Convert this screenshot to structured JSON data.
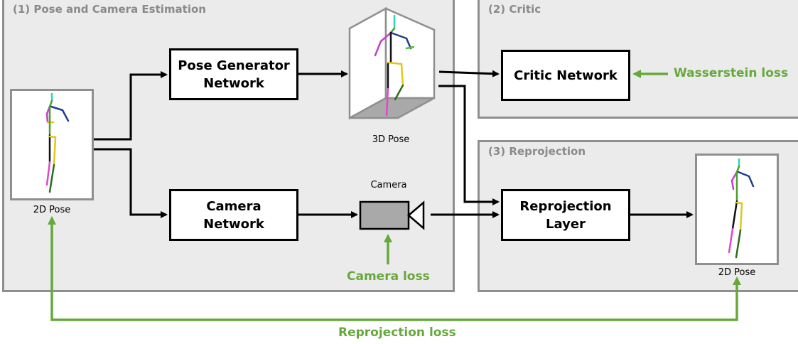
{
  "panels": {
    "pose_camera": {
      "title": "(1) Pose and Camera Estimation"
    },
    "critic": {
      "title": "(2) Critic"
    },
    "reprojection": {
      "title": "(3) Reprojection"
    }
  },
  "nodes": {
    "pose_generator": {
      "line1": "Pose Generator",
      "line2": "Network"
    },
    "camera_network": {
      "line1": "Camera",
      "line2": "Network"
    },
    "critic_network": {
      "label": "Critic Network"
    },
    "reprojection_layer": {
      "line1": "Reprojection",
      "line2": "Layer"
    }
  },
  "captions": {
    "input_pose": "2D Pose",
    "pose_3d": "3D Pose",
    "camera": "Camera",
    "output_pose": "2D Pose"
  },
  "losses": {
    "wasserstein": "Wasserstein loss",
    "camera": "Camera loss",
    "reprojection": "Reprojection loss"
  },
  "colors": {
    "loss_green": "#66a83c",
    "panel_fill": "#ebebeb",
    "panel_border": "#8f8f8f",
    "arrow": "#000000"
  }
}
